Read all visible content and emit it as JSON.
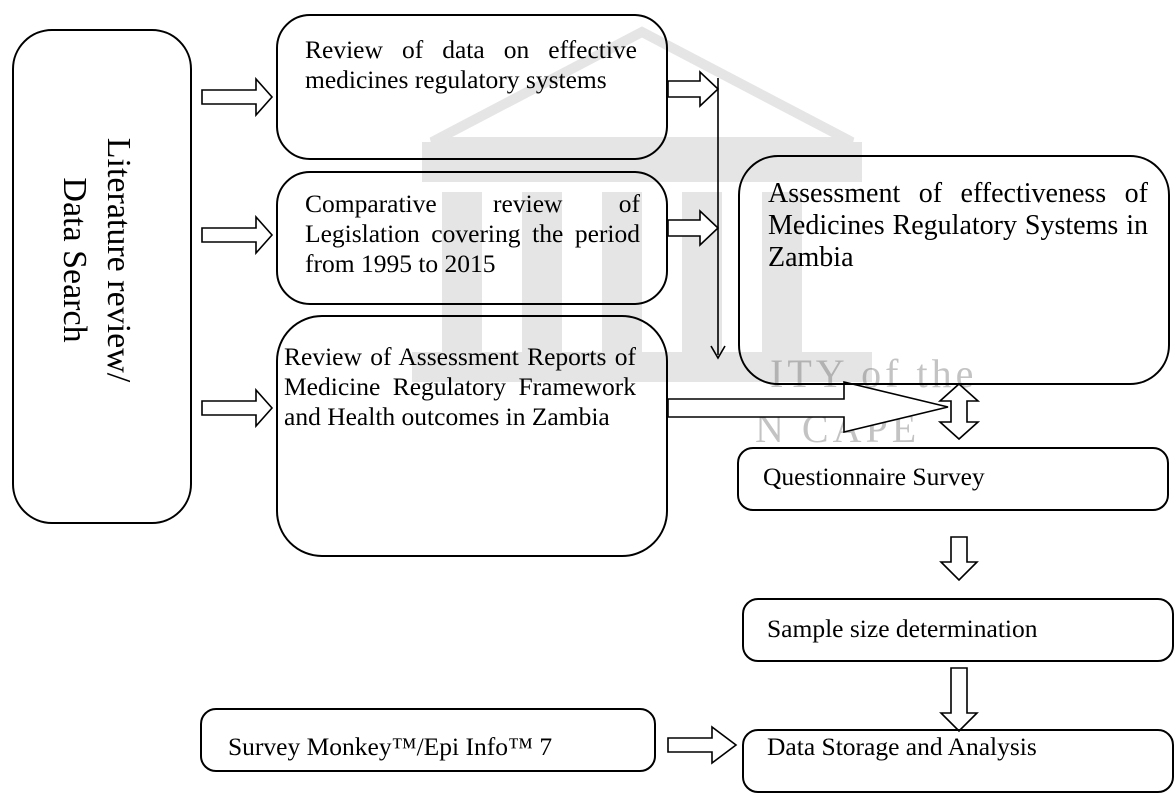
{
  "left_box": {
    "lines": [
      "Literature review/",
      "Data Search"
    ]
  },
  "box1": {
    "text": "Review of data on effective medicines regulatory systems"
  },
  "box2": {
    "text": "Comparative review of Legislation covering the period from 1995 to 2015"
  },
  "box3": {
    "text": "Review of Assessment Reports of Medicine Regulatory Framework and Health outcomes in Zambia"
  },
  "assessment": {
    "text": "Assessment of effectiveness of Medicines Regulatory Systems in Zambia"
  },
  "questionnaire": {
    "text": "Questionnaire Survey"
  },
  "sample": {
    "text": "Sample size determination"
  },
  "storage": {
    "text": "Data Storage and Analysis"
  },
  "tools": {
    "text": "Survey Monkey™/Epi Info™ 7"
  },
  "watermark": {
    "line1": "ITY of the",
    "line2": "N CAPE"
  },
  "colors": {
    "stroke": "#000000",
    "watermark": "#666666"
  }
}
